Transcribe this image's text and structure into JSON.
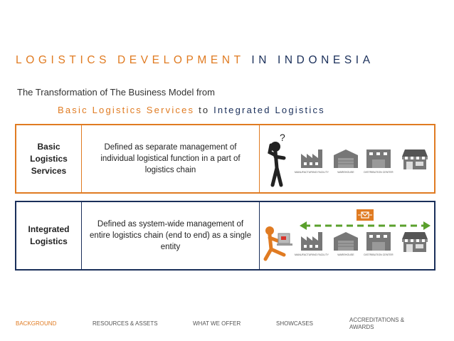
{
  "title": {
    "part1": "LOGISTICS DEVELOPMENT",
    "part2": "IN INDONESIA"
  },
  "subtitle": "The Transformation of The Business Model from",
  "subtitle2": {
    "from": "Basic Logistics Services",
    "connector": "to",
    "to": "Integrated Logistics"
  },
  "rows": [
    {
      "name": "Basic Logistics Services",
      "description": "Defined as separate management of individual logistical function in a part of logistics chain",
      "icon_labels": [
        "MANUFACTURING FACILITY",
        "WAREHOUSE",
        "DISTRIBUTION CENTER"
      ]
    },
    {
      "name": "Integrated Logistics",
      "description": "Defined as system-wide management of entire logistics chain (end to end) as a single entity",
      "icon_labels": [
        "MANUFACTURING FACILITY",
        "WAREHOUSE",
        "DISTRIBUTION CENTER"
      ]
    }
  ],
  "footer": [
    {
      "label": "BACKGROUND",
      "active": true
    },
    {
      "label": "RESOURCES & ASSETS",
      "active": false
    },
    {
      "label": "WHAT WE OFFER",
      "active": false
    },
    {
      "label": "SHOWCASES",
      "active": false
    },
    {
      "label": "ACCREDITATIONS & AWARDS",
      "active": false
    }
  ],
  "colors": {
    "accent": "#e07b22",
    "navy": "#1a2f5a",
    "icon_gray": "#777777",
    "arrow_green": "#5aa02c"
  }
}
